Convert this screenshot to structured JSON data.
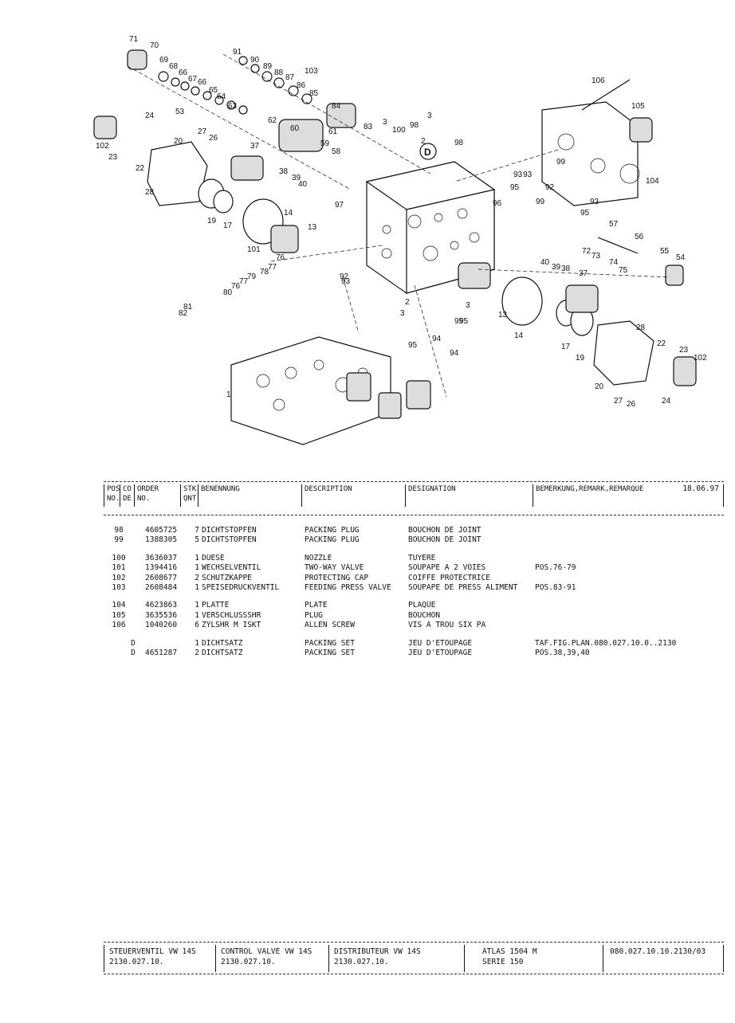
{
  "drawing": {
    "callouts": [
      "71",
      "70",
      "69",
      "68",
      "66",
      "67",
      "66",
      "65",
      "64",
      "63",
      "53",
      "91",
      "90",
      "89",
      "88",
      "87",
      "86",
      "85",
      "103",
      "84",
      "62",
      "61",
      "60",
      "59",
      "58",
      "83",
      "3",
      "100",
      "98",
      "2",
      "3",
      "24",
      "27",
      "26",
      "20",
      "102",
      "23",
      "22",
      "28",
      "37",
      "38",
      "39",
      "40",
      "19",
      "17",
      "14",
      "13",
      "101",
      "76",
      "77",
      "78",
      "79",
      "80",
      "76",
      "77",
      "81",
      "82",
      "92",
      "93",
      "97",
      "93",
      "2",
      "3",
      "94",
      "95",
      "95",
      "94",
      "106",
      "105",
      "104",
      "99",
      "93",
      "92",
      "95",
      "96",
      "99",
      "95",
      "98",
      "93",
      "57",
      "56",
      "55",
      "54",
      "72",
      "73",
      "74",
      "75",
      "40",
      "39",
      "38",
      "37",
      "13",
      "14",
      "17",
      "19",
      "28",
      "22",
      "23",
      "102",
      "20",
      "27",
      "26",
      "24",
      "95",
      "3",
      "1"
    ],
    "marker": "D"
  },
  "table": {
    "headers": {
      "pos": [
        "POS",
        "NO."
      ],
      "co": [
        "CO",
        "DE"
      ],
      "order": [
        "ORDER",
        "NO."
      ],
      "stk": [
        "STK",
        "QNT"
      ],
      "benennung": "BENENNUNG",
      "description": "DESCRIPTION",
      "designation": "DESIGNATION",
      "remark": "BEMERKUNG,REMARK,REMARQUE",
      "date": "18.06.97"
    },
    "rows": [
      {
        "pos": "98",
        "co": "",
        "order": "4605725",
        "stk": "7",
        "ben": "DICHTSTOPFEN",
        "desc": "PACKING PLUG",
        "desig": "BOUCHON DE JOINT",
        "rem": "",
        "gap": false
      },
      {
        "pos": "99",
        "co": "",
        "order": "1388305",
        "stk": "5",
        "ben": "DICHTSTOPFEN",
        "desc": "PACKING PLUG",
        "desig": "BOUCHON DE JOINT",
        "rem": "",
        "gap": false
      },
      {
        "pos": "100",
        "co": "",
        "order": "3636037",
        "stk": "1",
        "ben": "DUESE",
        "desc": "NOZZLE",
        "desig": "TUYERE",
        "rem": "",
        "gap": true
      },
      {
        "pos": "101",
        "co": "",
        "order": "1394416",
        "stk": "1",
        "ben": "WECHSELVENTIL",
        "desc": "TWO-WAY VALVE",
        "desig": "SOUPAPE A 2 VOIES",
        "rem": "POS.76-79",
        "gap": false
      },
      {
        "pos": "102",
        "co": "",
        "order": "2608677",
        "stk": "2",
        "ben": "SCHUTZKAPPE",
        "desc": "PROTECTING CAP",
        "desig": "COIFFE PROTECTRICE",
        "rem": "",
        "gap": false
      },
      {
        "pos": "103",
        "co": "",
        "order": "2608484",
        "stk": "1",
        "ben": "SPEISEDRUCKVENTIL",
        "desc": "FEEDING PRESS VALVE",
        "desig": "SOUPAPE DE PRESS ALIMENT",
        "rem": "POS.83-91",
        "gap": false
      },
      {
        "pos": "104",
        "co": "",
        "order": "4623863",
        "stk": "1",
        "ben": "PLATTE",
        "desc": "PLATE",
        "desig": "PLAQUE",
        "rem": "",
        "gap": true
      },
      {
        "pos": "105",
        "co": "",
        "order": "3635536",
        "stk": "1",
        "ben": "VERSCHLUSSSHR",
        "desc": "PLUG",
        "desig": "BOUCHON",
        "rem": "",
        "gap": false
      },
      {
        "pos": "106",
        "co": "",
        "order": "1040260",
        "stk": "6",
        "ben": "ZYLSHR M ISKT",
        "desc": "ALLEN SCREW",
        "desig": "VIS A TROU SIX PA",
        "rem": "",
        "gap": false
      },
      {
        "pos": "",
        "co": "D",
        "order": "",
        "stk": "1",
        "ben": "DICHTSATZ",
        "desc": "PACKING SET",
        "desig": "JEU D'ETOUPAGE",
        "rem": "TAF.FIG.PLAN.080.027.10.0..2130",
        "gap": true
      },
      {
        "pos": "",
        "co": "D",
        "order": "4651287",
        "stk": "2",
        "ben": "DICHTSATZ",
        "desc": "PACKING SET",
        "desig": "JEU D'ETOUPAGE",
        "rem": "POS.38,39,40",
        "gap": false
      }
    ]
  },
  "footer": {
    "de": [
      "STEUERVENTIL VW 14S",
      "2130.027.10."
    ],
    "en": [
      "CONTROL VALVE VW 14S",
      "2130.027.10."
    ],
    "fr": [
      "DISTRIBUTEUR VW 14S",
      "2130.027.10."
    ],
    "model": [
      "ATLAS 1504 M",
      "SERIE 150"
    ],
    "code": "080.027.10.10.2130/03"
  }
}
